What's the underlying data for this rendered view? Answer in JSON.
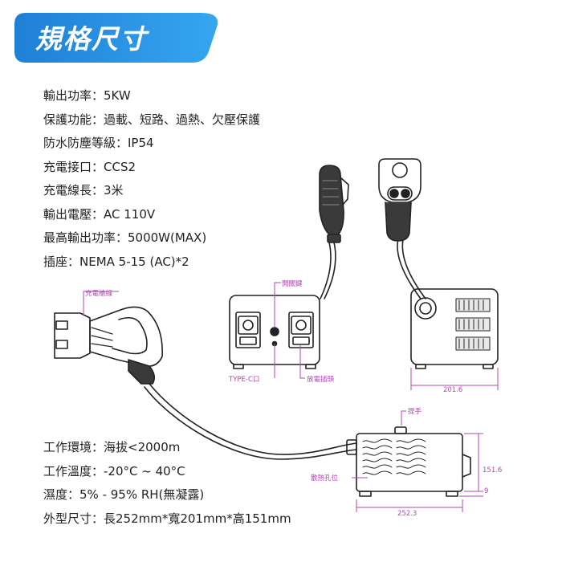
{
  "header": {
    "title": "規格尺寸"
  },
  "specs_top": [
    "輸出功率：5KW",
    "保護功能：過載、短路、過熱、欠壓保護",
    "防水防塵等級：IP54",
    "充電接口：CCS2",
    "充電線長：3米",
    "輸出電壓：AC 110V",
    "最高輸出功率：5000W(MAX)",
    "插座：NEMA 5-15 (AC)*2"
  ],
  "specs_bottom": [
    "工作環境：海拔<2000m",
    "工作溫度：-20°C ~ 40°C",
    "濕度：5% - 95% RH(無凝露)",
    "外型尺寸：長252mm*寬201mm*高151mm"
  ],
  "callouts": {
    "charging_gun": "充電槍線",
    "power_switch": "開關鍵",
    "usb_port": "TYPE-C口",
    "socket": "放電插頭",
    "handle": "提手",
    "vents": "散熱孔位"
  },
  "dimensions": {
    "width": "201.6",
    "length": "252.3",
    "height": "151.6",
    "foot": "9"
  },
  "colors": {
    "banner": "#2a8fe0",
    "callout": "#b04ab0",
    "line": "#222222"
  }
}
